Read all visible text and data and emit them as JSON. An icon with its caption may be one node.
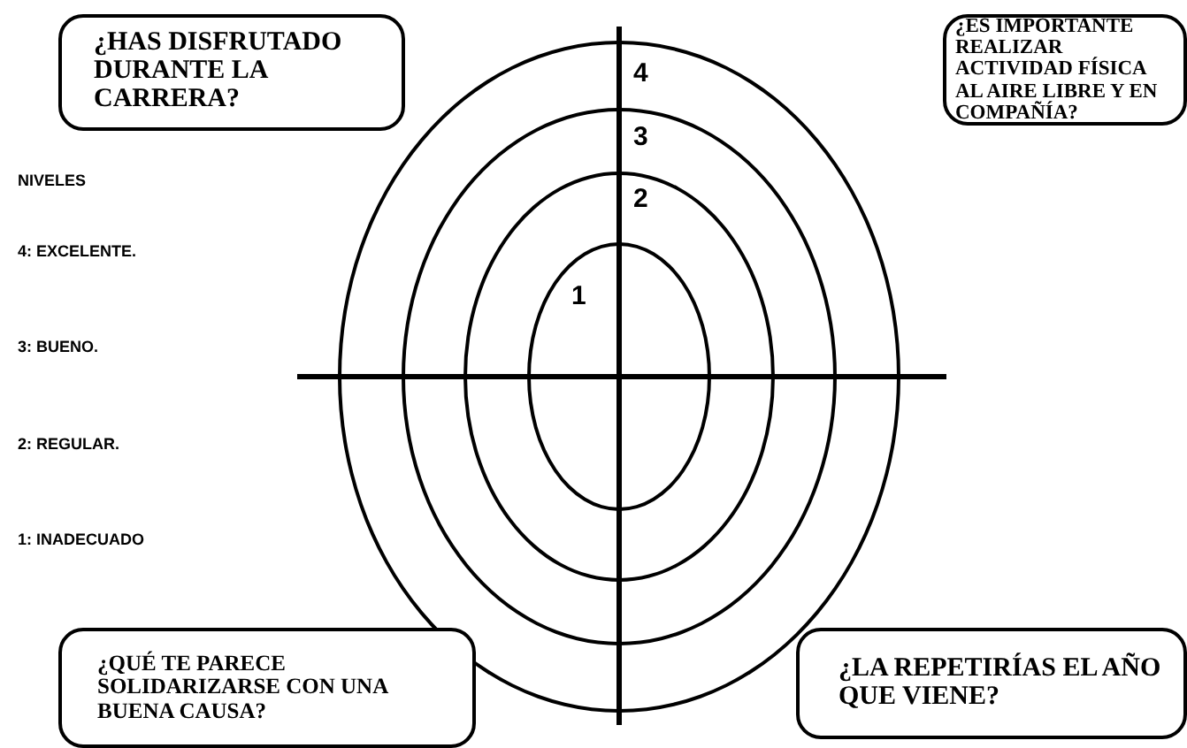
{
  "diagram": {
    "nodes": [
      {
        "text": [
          "¿HAS DISFRUTADO DURANTE LA CARRERA?"
        ]
      },
      {
        "text": [
          "¿ES IMPORTANTE REALIZAR ACTIVIDAD FÍSICA AL AIRE LIBRE Y EN COMPAÑÍA?"
        ]
      },
      {
        "text": [
          "4"
        ]
      },
      {
        "text": [
          "3"
        ],
        "in": 2
      },
      {
        "text": [
          "2"
        ],
        "in": 3
      },
      {
        "text": [
          "1"
        ],
        "in": 4
      },
      {
        "text": [
          "¿QUÉ TE PARECE SOLIDARIZARSE CON UNA BUENA CAUSA?"
        ]
      },
      {
        "text": [
          "¿LA REPETIRÍAS EL AÑO QUE VIENE?"
        ]
      }
    ],
    "edges": [],
    "labels": [
      "NIVELES",
      "4: EXCELENTE.",
      "3: BUENO.",
      "2: REGULAR.",
      "1: INADECUADO"
    ]
  }
}
